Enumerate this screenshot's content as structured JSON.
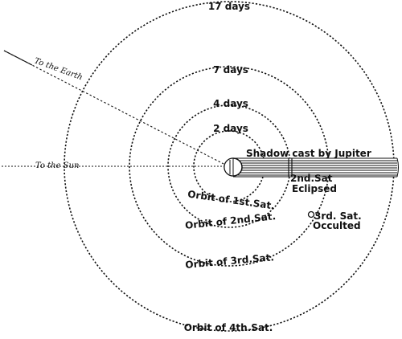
{
  "period_labels": {
    "sat4": "17 days",
    "sat3": "7 days",
    "sat2": "4 days",
    "sat1": "2 days"
  },
  "orbit_labels": {
    "sat1": "Orbit of 1st.Sat.",
    "sat2": "Orbit of 2nd.Sat.",
    "sat3": "Orbit of 3rd.Sat.",
    "sat4": "Orbit of 4th.Sat."
  },
  "direction_labels": {
    "earth": "To the Earth",
    "sun": "To the Sun"
  },
  "annotations": {
    "shadow": "Shadow cast by Jupiter",
    "eclipsed_line1": "2nd.Sat",
    "eclipsed_line2": "Eclipsed",
    "occulted_line1": "3rd. Sat.",
    "occulted_line2": "Occulted"
  },
  "colors": {
    "ink": "#111111",
    "paper": "#ffffff"
  }
}
